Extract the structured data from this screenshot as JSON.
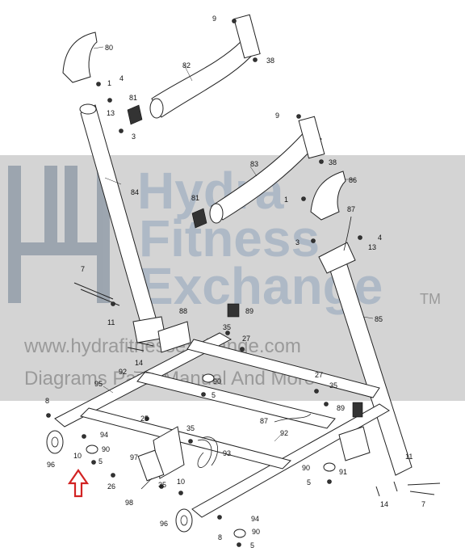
{
  "watermark": {
    "line1": "Hydra",
    "line2": "Fitness",
    "line3": "Exchange",
    "trademark": "TM",
    "url": "www.hydrafitnessexchange.com",
    "tagline": "Diagrams  Parts  Manual  And More"
  },
  "colors": {
    "watermark_band": "#c8c8c8",
    "watermark_text": "#aeb9c6",
    "arrow": "#d22323"
  },
  "parts": {
    "p1a": "1",
    "p1b": "1",
    "p3a": "3",
    "p3b": "3",
    "p4a": "4",
    "p4b": "4",
    "p5a": "5",
    "p5b": "5",
    "p5c": "5",
    "p5d": "5",
    "p7a": "7",
    "p7b": "7",
    "p8a": "8",
    "p8b": "8",
    "p9a": "9",
    "p9b": "9",
    "p10a": "10",
    "p10b": "10",
    "p11a": "11",
    "p11b": "11",
    "p13a": "13",
    "p13b": "13",
    "p14a": "14",
    "p14b": "14",
    "p25": "25",
    "p26": "26",
    "p27a": "27",
    "p27b": "27",
    "p35a": "35",
    "p35b": "35",
    "p35c": "35",
    "p35d": "35",
    "p38a": "38",
    "p38b": "38",
    "p80": "80",
    "p81a": "81",
    "p81b": "81",
    "p82": "82",
    "p83": "83",
    "p84": "84",
    "p85": "85",
    "p86": "86",
    "p87a": "87",
    "p87b": "87",
    "p88": "88",
    "p89a": "89",
    "p89b": "89",
    "p90a": "90",
    "p90b": "90",
    "p90c": "90",
    "p90d": "90",
    "p91": "91",
    "p92a": "92",
    "p92b": "92",
    "p93": "93",
    "p94a": "94",
    "p94b": "94",
    "p95": "95",
    "p96a": "96",
    "p96b": "96",
    "p97": "97",
    "p98": "98"
  }
}
